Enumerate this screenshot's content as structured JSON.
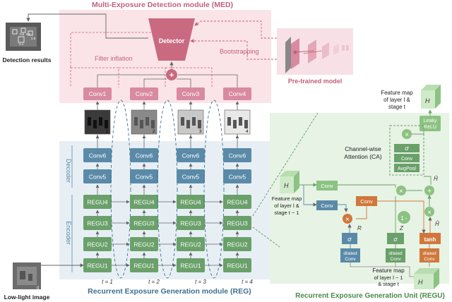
{
  "med": {
    "title": "Multi-Exposure Detection module (MED)",
    "detector": "Detector",
    "filter_inflation": "Filter inflation",
    "bootstrapping": "Bootstrapping",
    "pretrained": "Pre-trained model",
    "plus": "+",
    "convs": [
      "Conv1",
      "Conv2",
      "Conv3",
      "Conv4"
    ]
  },
  "detection_results": "Detection results",
  "det_boxes": [
    "0.8",
    "0.6",
    "0.9",
    "0.1"
  ],
  "img_subs": [
    "1",
    "2",
    "3",
    "4"
  ],
  "reg": {
    "title": "Recurrent Exposure Generation module (REG)",
    "decoder": "Decoder",
    "encoder": "Encoder",
    "conv6": "Conv6",
    "conv5": "Conv5",
    "regu": [
      "REGU4",
      "REGU3",
      "REGU2",
      "REGU1"
    ],
    "time": [
      "t = 1",
      "t = 2",
      "t = 3",
      "t = 4"
    ]
  },
  "low_light": "Low-light image",
  "regu_unit": {
    "title": "Recurrent Exposure Generation Unit (REGU)",
    "fm_top": [
      "Feature map",
      "of layer l &",
      "stage t"
    ],
    "fm_left": [
      "Feature map",
      "of layer l &",
      "stage t − 1"
    ],
    "fm_bottom": [
      "Feature map",
      "of layer l − 1",
      "& stage t"
    ],
    "leaky": [
      "Leaky",
      "ReLU"
    ],
    "ca": [
      "Channel-wise",
      "Attention (CA)"
    ],
    "sigma": "σ",
    "conv": "Conv",
    "avgpool": "AvgPool",
    "times": "×",
    "plus": "+",
    "one_minus": "1 -",
    "tanh": "tanh",
    "dilated": [
      "dilated",
      "Conv"
    ],
    "H_top": "H",
    "H_left": "H",
    "H_bot": "H",
    "R": "R",
    "Z": "Z",
    "Hhat": "Ĥ",
    "Htilde": "H̃"
  }
}
